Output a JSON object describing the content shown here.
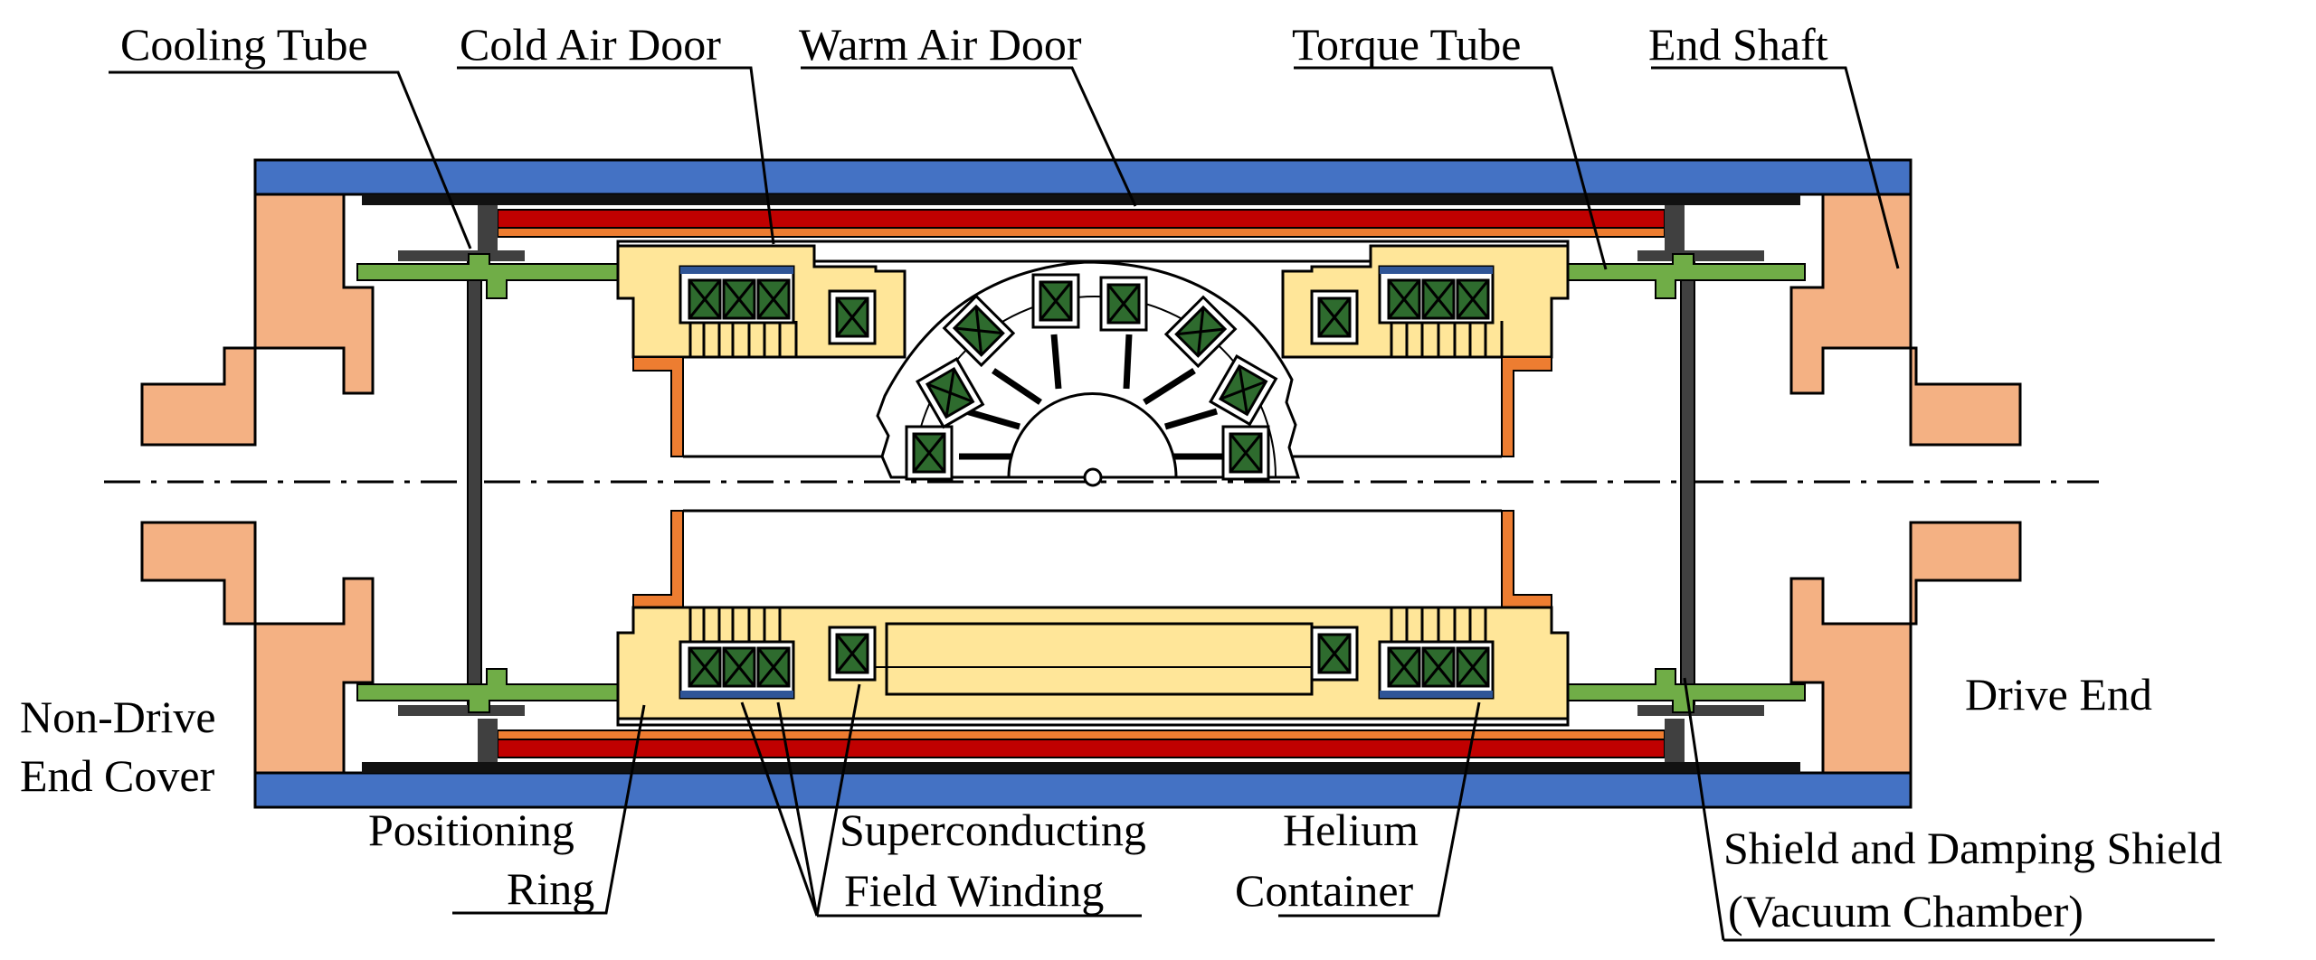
{
  "labels": {
    "cooling_tube": "Cooling Tube",
    "cold_air_door": "Cold Air Door",
    "warm_air_door": "Warm Air Door",
    "torque_tube": "Torque Tube",
    "end_shaft": "End Shaft",
    "non_drive_end_cover_line1": "Non-Drive",
    "non_drive_end_cover_line2": "End Cover",
    "drive_end": "Drive End",
    "positioning_ring_line1": "Positioning",
    "positioning_ring_line2": "Ring",
    "superconducting_field_winding_line1": "Superconducting",
    "superconducting_field_winding_line2": "Field Winding",
    "helium_container_line1": "Helium",
    "helium_container_line2": "Container",
    "shield_line1": "Shield and Damping Shield",
    "shield_line2": "(Vacuum Chamber)"
  },
  "colors": {
    "outer_shell": "#4472c4",
    "end_cover": "#f4b183",
    "torque_tube": "#70ad47",
    "helium_container": "#ffe699",
    "red_shield": "#c00000",
    "orange_shield": "#ed7d31",
    "winding_fill": "#2e6b2e",
    "dark_gray": "#404040",
    "black": "#000000"
  }
}
